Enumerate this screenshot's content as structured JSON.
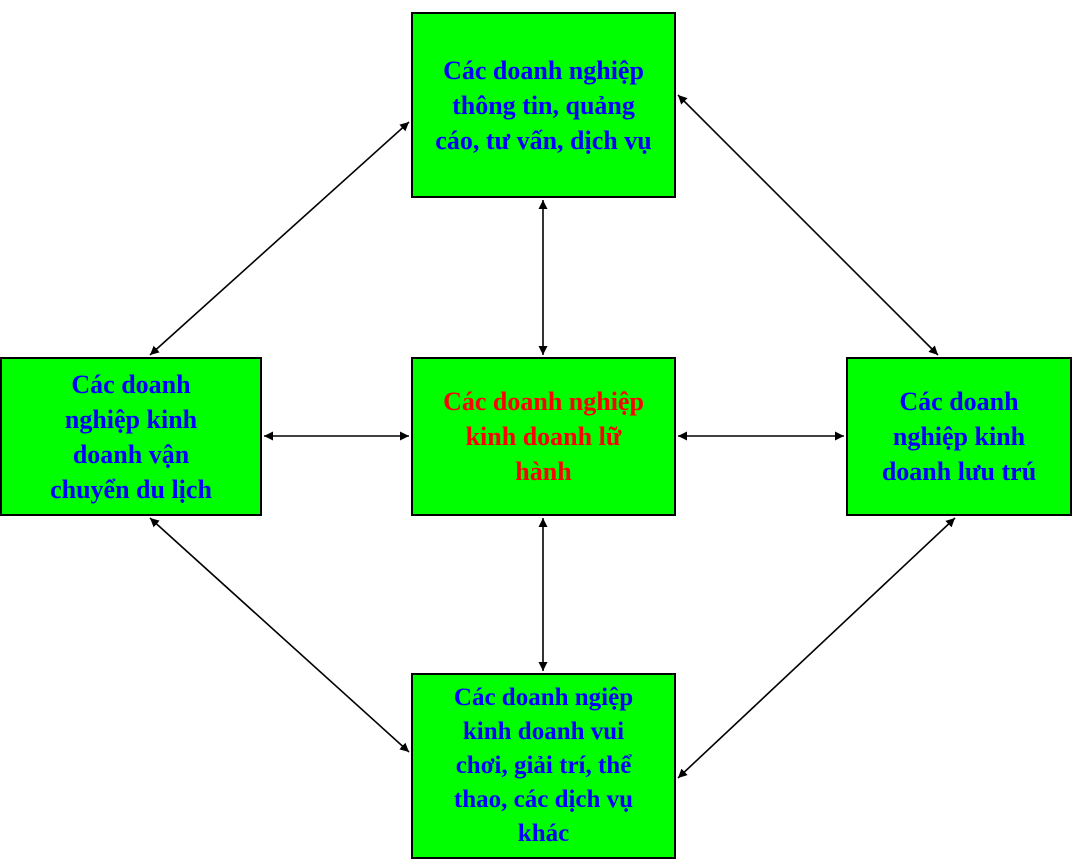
{
  "colors": {
    "box_fill": "#00ff00",
    "box_border": "#000000",
    "text_default": "#0000ff",
    "text_center": "#ff0000",
    "arrow": "#000000"
  },
  "nodes": {
    "top": {
      "label": "Các doanh nghiệp thông tin, quảng cáo, tư vấn, dịch vụ"
    },
    "left": {
      "label": "Các doanh nghiệp kinh doanh vận chuyển du lịch"
    },
    "center": {
      "label": "Các doanh nghiệp kinh doanh lữ hành"
    },
    "right": {
      "label": "Các doanh nghiệp kinh doanh lưu trú"
    },
    "bottom": {
      "label": "Các doanh ngiệp kinh doanh vui chơi, giải trí, thể thao, các dịch vụ khác"
    }
  },
  "connections": [
    {
      "from": "top",
      "to": "center",
      "type": "bidirectional"
    },
    {
      "from": "left",
      "to": "center",
      "type": "bidirectional"
    },
    {
      "from": "center",
      "to": "right",
      "type": "bidirectional"
    },
    {
      "from": "center",
      "to": "bottom",
      "type": "bidirectional"
    },
    {
      "from": "top",
      "to": "left",
      "type": "bidirectional"
    },
    {
      "from": "top",
      "to": "right",
      "type": "bidirectional"
    },
    {
      "from": "left",
      "to": "bottom",
      "type": "bidirectional"
    },
    {
      "from": "right",
      "to": "bottom",
      "type": "bidirectional"
    }
  ]
}
